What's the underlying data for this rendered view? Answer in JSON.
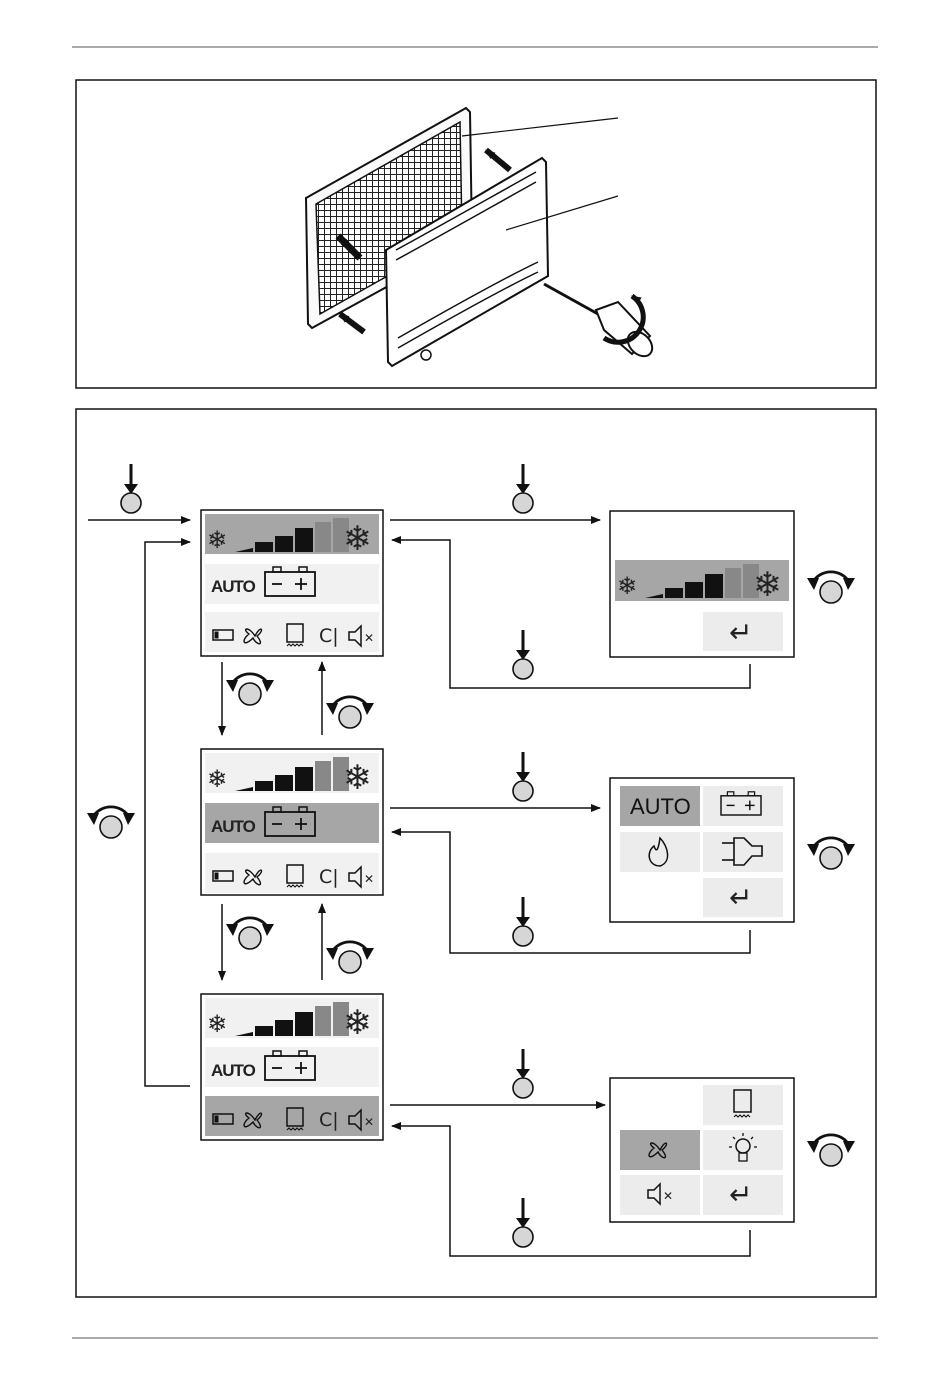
{
  "page": {
    "figure_top": "filter-cover replacement illustration",
    "figure_bottom": "control-panel menu navigation flow"
  },
  "menu": {
    "auto_label": "AUTO",
    "submenu_auto_label": "AUTO"
  },
  "icons": {
    "snowflake": "❄",
    "enter": "↵",
    "bulb": "lightbulb-icon",
    "flame": "flame-icon",
    "plug": "plug-icon"
  },
  "colors": {
    "highlight_dark": "#a6a6a6",
    "highlight_light": "#ececec",
    "cell_light": "#f1f1f1",
    "ink": "#111111",
    "bar_grey": "#888888"
  }
}
